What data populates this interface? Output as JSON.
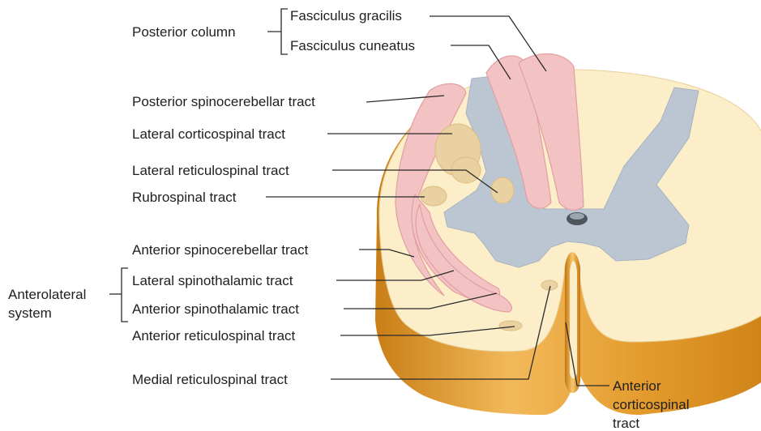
{
  "colors": {
    "white_matter": "#fbeec9",
    "gray_matter": "#bcc6d2",
    "rim_outer": "#d9911f",
    "rim_light": "#f4c77a",
    "tract_pink": "#f3c3c4",
    "tract_pink_edge": "#e9a3a6",
    "tract_tan": "#ead1a2",
    "label_text": "#1f1f1f"
  },
  "labels": {
    "posterior_column": "Posterior column",
    "fasciculus_gracilis": "Fasciculus gracilis",
    "fasciculus_cuneatus": "Fasciculus cuneatus",
    "posterior_spinocerebellar": "Posterior spinocerebellar tract",
    "lateral_corticospinal": "Lateral corticospinal tract",
    "lateral_reticulospinal": "Lateral reticulospinal tract",
    "rubrospinal": "Rubrospinal tract",
    "anterior_spinocerebellar": "Anterior spinocerebellar tract",
    "anterolateral_line1": "Anterolateral",
    "anterolateral_line2": "system",
    "lateral_spinothalamic": "Lateral spinothalamic tract",
    "anterior_spinothalamic": "Anterior spinothalamic tract",
    "anterior_reticulospinal": "Anterior reticulospinal tract",
    "medial_reticulospinal": "Medial reticulospinal tract",
    "anterior_corticospinal_line1": "Anterior",
    "anterior_corticospinal_line2": "corticospinal",
    "anterior_corticospinal_line3": "tract"
  }
}
